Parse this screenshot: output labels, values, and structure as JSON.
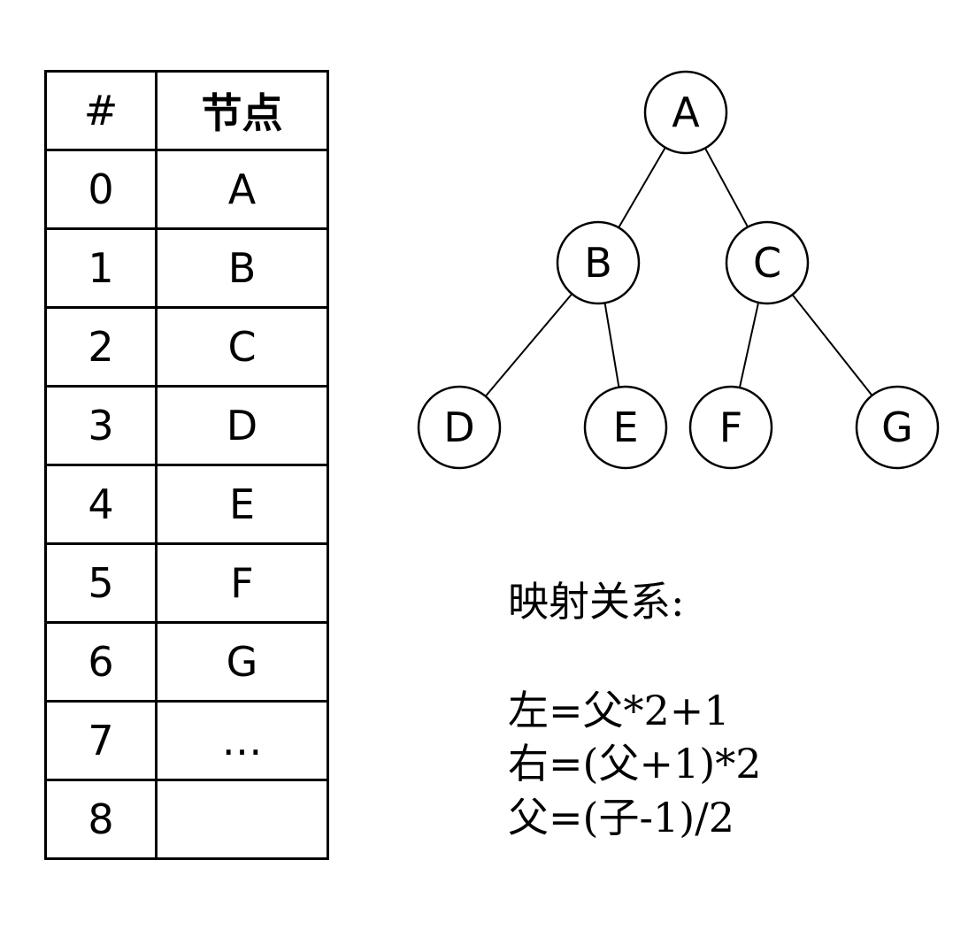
{
  "table": {
    "headers": [
      "#",
      "节点"
    ],
    "rows": [
      {
        "index": "0",
        "node": "A"
      },
      {
        "index": "1",
        "node": "B"
      },
      {
        "index": "2",
        "node": "C"
      },
      {
        "index": "3",
        "node": "D"
      },
      {
        "index": "4",
        "node": "E"
      },
      {
        "index": "5",
        "node": "F"
      },
      {
        "index": "6",
        "node": "G"
      },
      {
        "index": "7",
        "node": "…"
      },
      {
        "index": "8",
        "node": ""
      }
    ]
  },
  "tree": {
    "nodes": [
      "A",
      "B",
      "C",
      "D",
      "E",
      "F",
      "G"
    ],
    "edges": [
      [
        "A",
        "B"
      ],
      [
        "A",
        "C"
      ],
      [
        "B",
        "D"
      ],
      [
        "B",
        "E"
      ],
      [
        "C",
        "F"
      ],
      [
        "C",
        "G"
      ]
    ]
  },
  "mapping": {
    "title": "映射关系:",
    "formulas": [
      "左=父*2+1",
      "右=(父+1)*2",
      "父=(子-1)/2"
    ]
  }
}
